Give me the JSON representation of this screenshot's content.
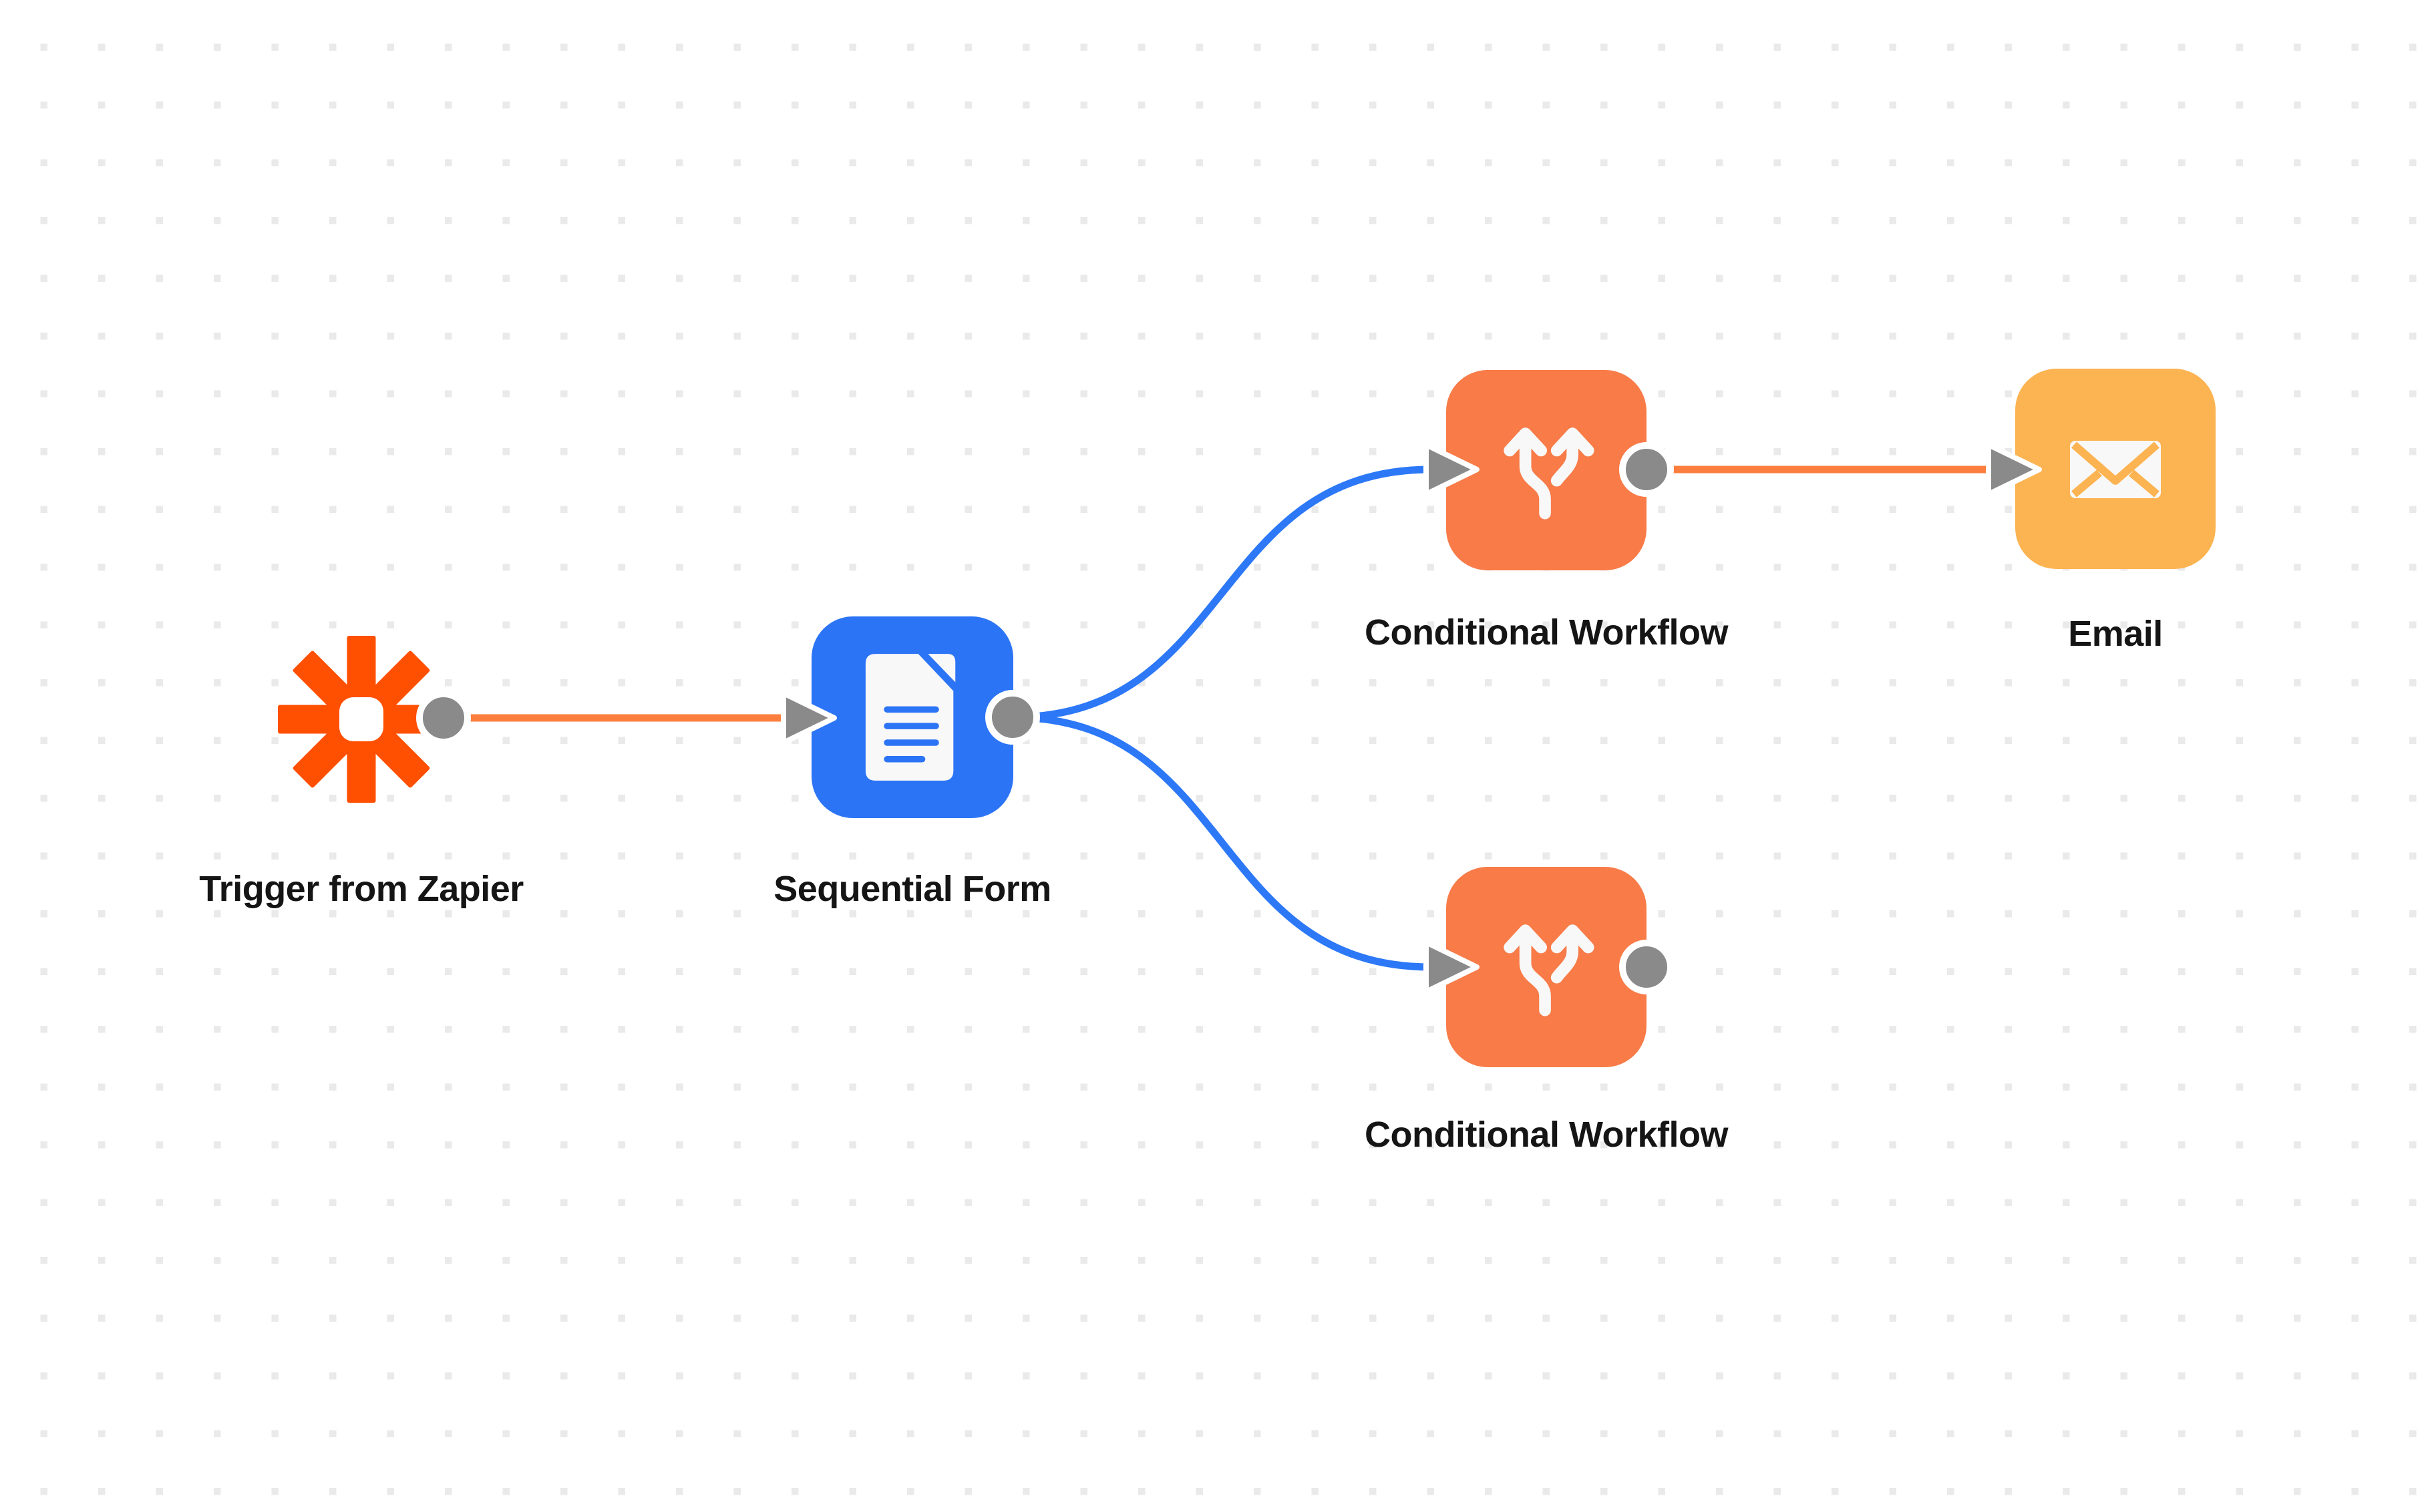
{
  "app": {
    "name": "workflow-canvas"
  },
  "colors": {
    "background": "#FFFFFF",
    "grid_dot": "#EAEAEA",
    "zapier_orange": "#FF4F00",
    "node_blue": "#2C74F6",
    "node_orange": "#F87B48",
    "node_amber": "#FCB351",
    "edge_orange": "#FC7E3E",
    "edge_blue": "#2C78F7",
    "port_gray": "#8A8A8A",
    "icon_white": "#F8F8F8",
    "label_text": "#151515"
  },
  "nodes": [
    {
      "id": "trigger-zapier",
      "label": "Trigger from Zapier",
      "icon": "zapier-asterisk-icon"
    },
    {
      "id": "sequential-form",
      "label": "Sequential Form",
      "icon": "document-icon"
    },
    {
      "id": "conditional-workflow-top",
      "label": "Conditional Workflow",
      "icon": "branch-split-icon"
    },
    {
      "id": "email",
      "label": "Email",
      "icon": "envelope-icon"
    },
    {
      "id": "conditional-workflow-bottom",
      "label": "Conditional Workflow",
      "icon": "branch-split-icon"
    }
  ],
  "edges": [
    {
      "from": "trigger-zapier",
      "to": "sequential-form",
      "color": "#FC7E3E"
    },
    {
      "from": "sequential-form",
      "to": "conditional-workflow-top",
      "color": "#2C78F7"
    },
    {
      "from": "sequential-form",
      "to": "conditional-workflow-bottom",
      "color": "#2C78F7"
    },
    {
      "from": "conditional-workflow-top",
      "to": "email",
      "color": "#FC7E3E"
    }
  ]
}
